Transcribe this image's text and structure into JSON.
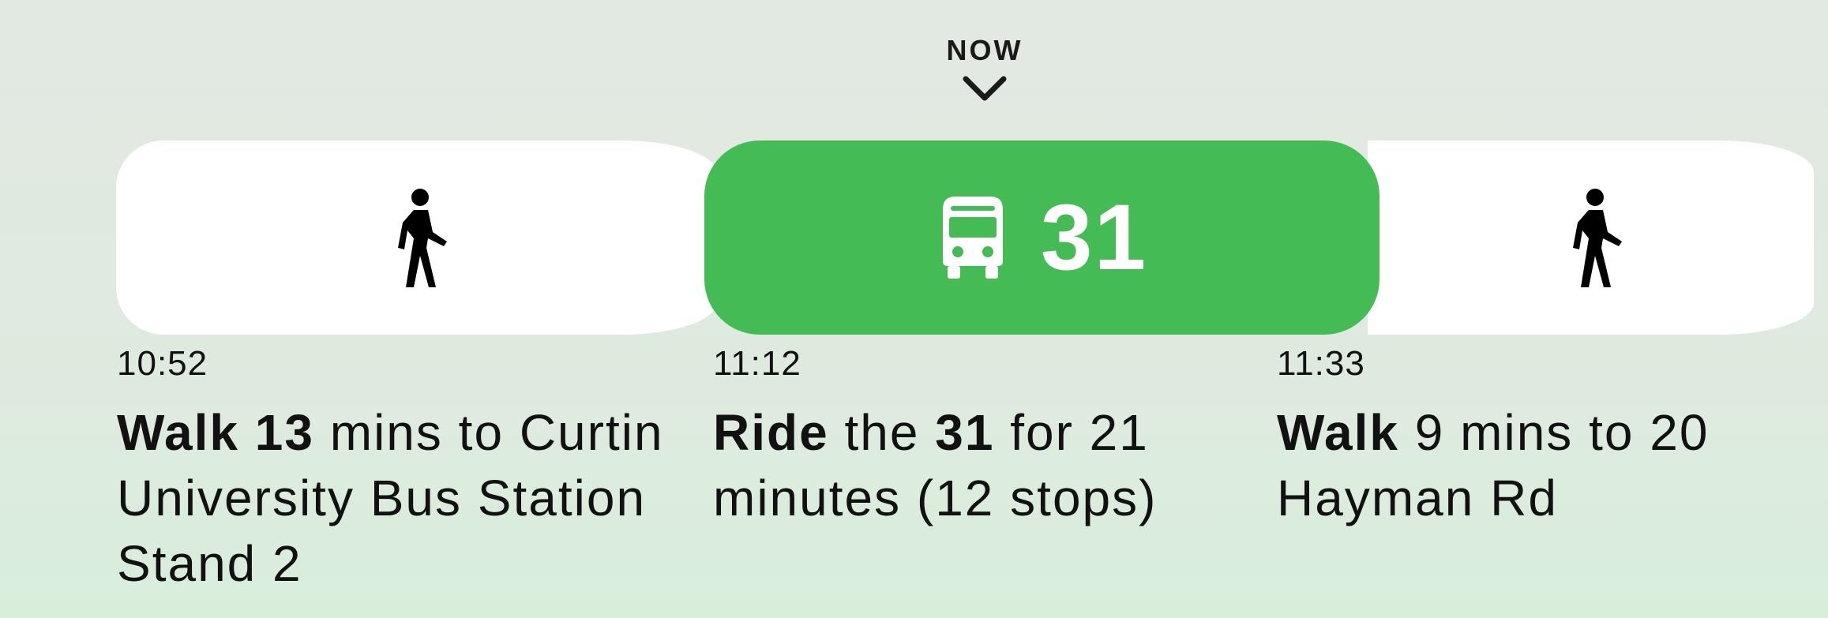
{
  "now_marker": {
    "label": "NOW",
    "icon": "chevron-down-icon"
  },
  "colors": {
    "ride_accent": "#44bb55",
    "walk_bar": "#ffffff",
    "text": "#111111"
  },
  "legs": [
    {
      "mode": "walk",
      "icon": "walk-icon",
      "time": "10:52",
      "desc": {
        "verb": "Walk",
        "sp1": " ",
        "value": "13",
        "rest": " mins to Curtin University Bus Station Stand 2"
      }
    },
    {
      "mode": "bus",
      "icon": "bus-icon",
      "route": "31",
      "time": "11:12",
      "desc": {
        "verb": "Ride",
        "mid": " the ",
        "value": "31",
        "rest": " for 21 minutes (12 stops)"
      }
    },
    {
      "mode": "walk",
      "icon": "walk-icon",
      "time": "11:33",
      "desc": {
        "verb": "Walk",
        "rest": " 9 mins to 20 Hayman Rd"
      }
    }
  ]
}
